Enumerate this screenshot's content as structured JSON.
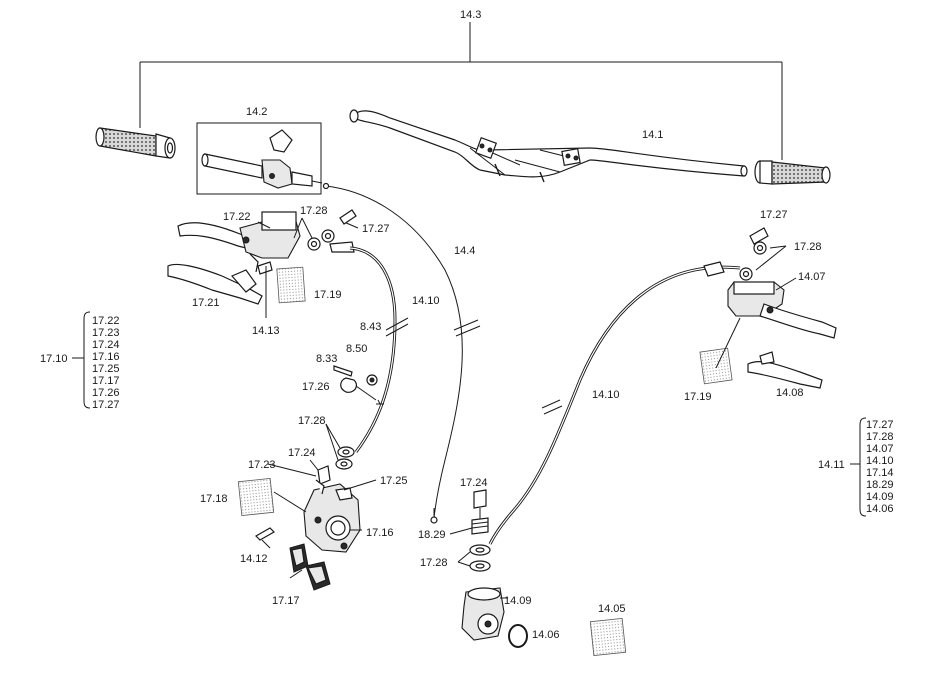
{
  "labels": {
    "l14_3": "14.3",
    "l14_2": "14.2",
    "l14_1": "14.1",
    "l14_4": "14.4",
    "l17_28a": "17.28",
    "l17_27a": "17.27",
    "l17_22": "17.22",
    "l17_21": "17.21",
    "l14_13": "14.13",
    "l17_19a": "17.19",
    "l14_10a": "14.10",
    "l8_43": "8.43",
    "l8_50": "8.50",
    "l8_33": "8.33",
    "l17_26": "17.26",
    "l17_28b": "17.28",
    "l17_24a": "17.24",
    "l17_23": "17.23",
    "l17_25": "17.25",
    "l17_18": "17.18",
    "l17_16": "17.16",
    "l14_12": "14.12",
    "l17_17": "17.17",
    "l17_27b": "17.27",
    "l17_28c": "17.28",
    "l14_07": "14.07",
    "l17_19b": "17.19",
    "l14_08": "14.08",
    "l14_10b": "14.10",
    "l17_24b": "17.24",
    "l18_29": "18.29",
    "l17_28d": "17.28",
    "l14_09": "14.09",
    "l14_06": "14.06",
    "l14_05": "14.05"
  },
  "group_left": {
    "title": "17.10",
    "items": [
      "17.22",
      "17.23",
      "17.24",
      "17.16",
      "17.25",
      "17.17",
      "17.26",
      "17.27"
    ]
  },
  "group_right": {
    "title": "14.11",
    "items": [
      "17.27",
      "17.28",
      "14.07",
      "14.10",
      "17.14",
      "18.29",
      "14.09",
      "14.06"
    ]
  }
}
